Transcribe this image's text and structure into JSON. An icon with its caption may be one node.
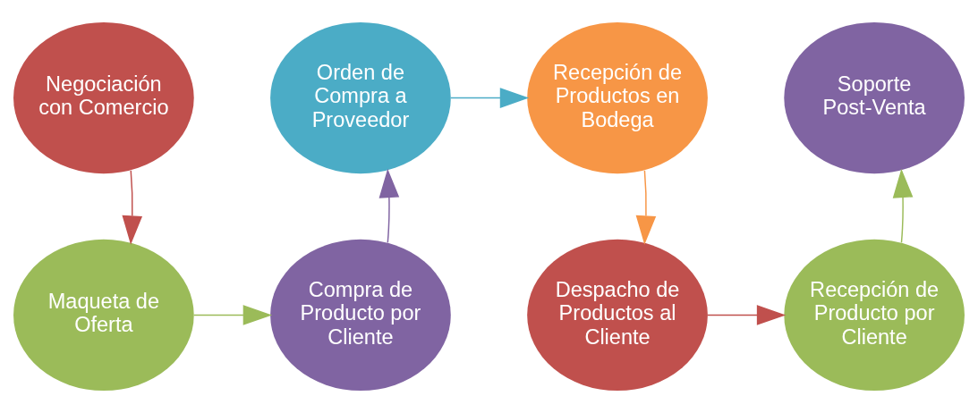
{
  "diagram": {
    "nodes": [
      {
        "text": [
          "Negociación con Comercio"
        ]
      },
      {
        "text": [
          "Maqueta de Oferta"
        ]
      },
      {
        "text": [
          "Compra de Producto por Cliente"
        ]
      },
      {
        "text": [
          "Orden de Compra a Proveedor"
        ]
      },
      {
        "text": [
          "Recepción de Productos en Bodega"
        ]
      },
      {
        "text": [
          "Despacho de Productos al Cliente"
        ]
      },
      {
        "text": [
          "Recepción de Producto por Cliente"
        ]
      },
      {
        "text": [
          "Soporte Post-Venta"
        ]
      }
    ],
    "edges": [
      {
        "from": 0,
        "to": 1,
        "arrow": "to",
        "color": "#c0504d"
      },
      {
        "from": 1,
        "to": 2,
        "arrow": "to",
        "color": "#9bbb59"
      },
      {
        "from": 2,
        "to": 3,
        "arrow": "to",
        "color": "#8064a2"
      },
      {
        "from": 3,
        "to": 4,
        "arrow": "to",
        "color": "#4bacc6"
      },
      {
        "from": 4,
        "to": 5,
        "arrow": "to",
        "color": "#f79646"
      },
      {
        "from": 5,
        "to": 6,
        "arrow": "to",
        "color": "#c0504d"
      },
      {
        "from": 6,
        "to": 7,
        "arrow": "to",
        "color": "#9bbb59"
      }
    ]
  }
}
